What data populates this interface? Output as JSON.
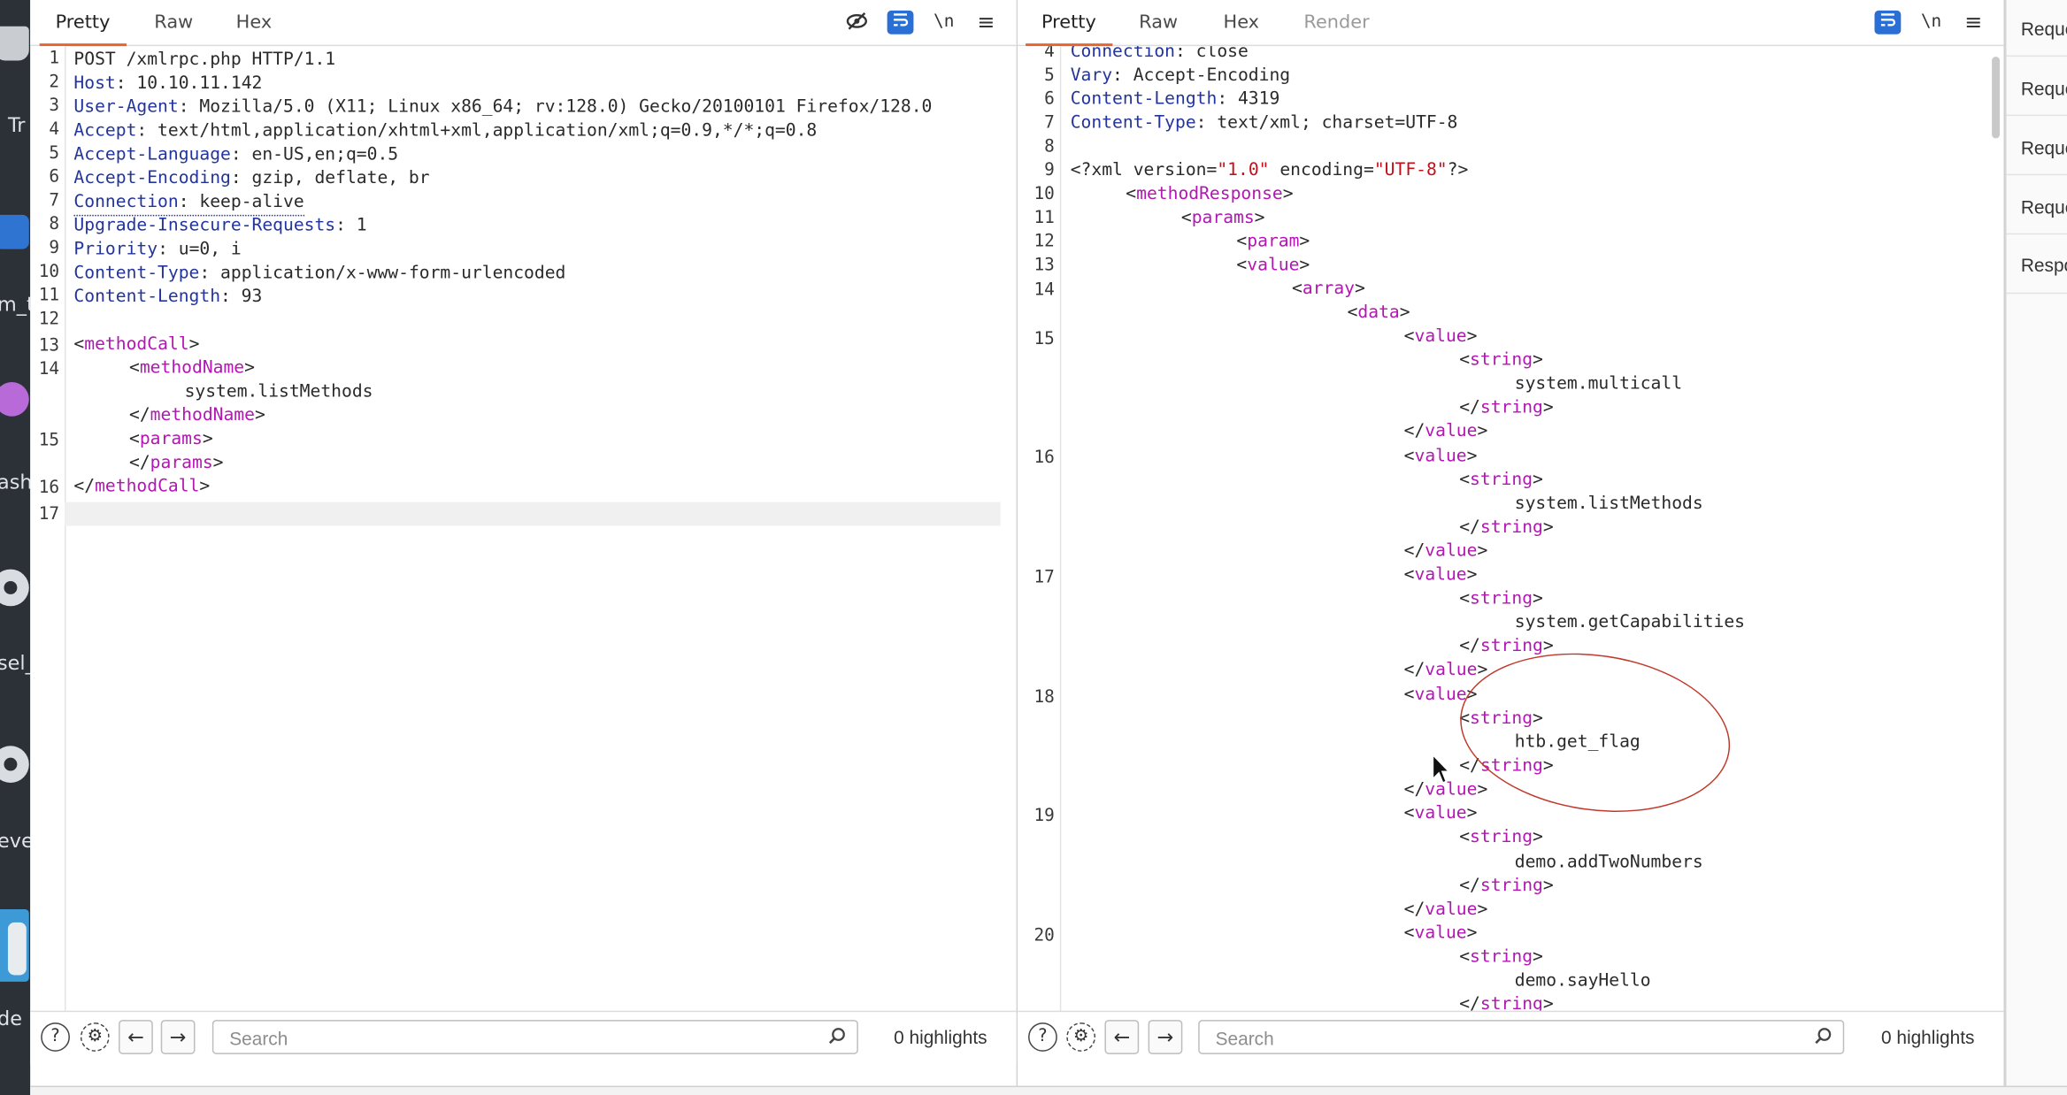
{
  "desktop": {
    "labels": [
      "Tr",
      "m_t",
      "ash",
      "sel_",
      "eve",
      "de"
    ]
  },
  "request_panel": {
    "tabs": [
      "Pretty",
      "Raw",
      "Hex"
    ],
    "active_tab": "Pretty",
    "toolbar_newline": "\\n",
    "line_numbers": [
      "1",
      "2",
      "3",
      "4",
      "5",
      "6",
      "7",
      "8",
      "9",
      "10",
      "11",
      "12",
      "13",
      "14",
      "15",
      "16",
      "17"
    ],
    "lines": {
      "l1": "POST /xmlrpc.php HTTP/1.1",
      "l2_key": "Host",
      "l2_val": ": 10.10.11.142",
      "l3_key": "User-Agent",
      "l3_val": ": Mozilla/5.0 (X11; Linux x86_64; rv:128.0) Gecko/20100101 Firefox/128.0",
      "l4_key": "Accept",
      "l4_val": ": text/html,application/xhtml+xml,application/xml;q=0.9,*/*;q=0.8",
      "l5_key": "Accept-Language",
      "l5_val": ": en-US,en;q=0.5",
      "l6_key": "Accept-Encoding",
      "l6_val": ": gzip, deflate, br",
      "l7_key": "Connection",
      "l7_val": ": keep-alive",
      "l8_key": "Upgrade-Insecure-Requests",
      "l8_val": ": 1",
      "l9_key": "Priority",
      "l9_val": ": u=0, i",
      "l10_key": "Content-Type",
      "l10_val": ": application/x-www-form-urlencoded",
      "l11_key": "Content-Length",
      "l11_val": ": 93",
      "method_call": "methodCall",
      "method_name": "methodName",
      "method_value": "system.listMethods",
      "params": "params"
    },
    "search_placeholder": "Search",
    "highlights": "0 highlights"
  },
  "response_panel": {
    "tabs": [
      "Pretty",
      "Raw",
      "Hex",
      "Render"
    ],
    "active_tab": "Pretty",
    "toolbar_newline": "\\n",
    "line_numbers": [
      "4",
      "5",
      "6",
      "7",
      "8",
      "9",
      "10",
      "11",
      "12",
      "13",
      "14",
      "15",
      "16",
      "17",
      "18",
      "19",
      "20"
    ],
    "headers": {
      "h4_key": "Connection",
      "h4_val": ": close",
      "h5_key": "Vary",
      "h5_val": ": Accept-Encoding",
      "h6_key": "Content-Length",
      "h6_val": ": 4319",
      "h7_key": "Content-Type",
      "h7_val": ": text/xml; charset=UTF-8"
    },
    "xml_decl": {
      "open": "<?xml ",
      "attr1": "version",
      "val1": "\"1.0\"",
      "attr2": "encoding",
      "val2": "\"UTF-8\"",
      "close": "?>"
    },
    "tags": {
      "method_response": "methodResponse",
      "params": "params",
      "param": "param",
      "value": "value",
      "array": "array",
      "data": "data",
      "string": "string"
    },
    "methods": [
      "system.multicall",
      "system.listMethods",
      "system.getCapabilities",
      "htb.get_flag",
      "demo.addTwoNumbers",
      "demo.sayHello"
    ],
    "search_placeholder": "Search",
    "highlights": "0 highlights"
  },
  "sidebar": {
    "items": [
      "Reque",
      "Reque",
      "Reque",
      "Reque",
      "Respo"
    ]
  },
  "colors": {
    "header_key": "#23359c",
    "xml_tag": "#b316b3",
    "xml_attr_value": "#c2101a",
    "active_tab_underline": "#e8622c",
    "annotation_circle": "#c0392b"
  }
}
